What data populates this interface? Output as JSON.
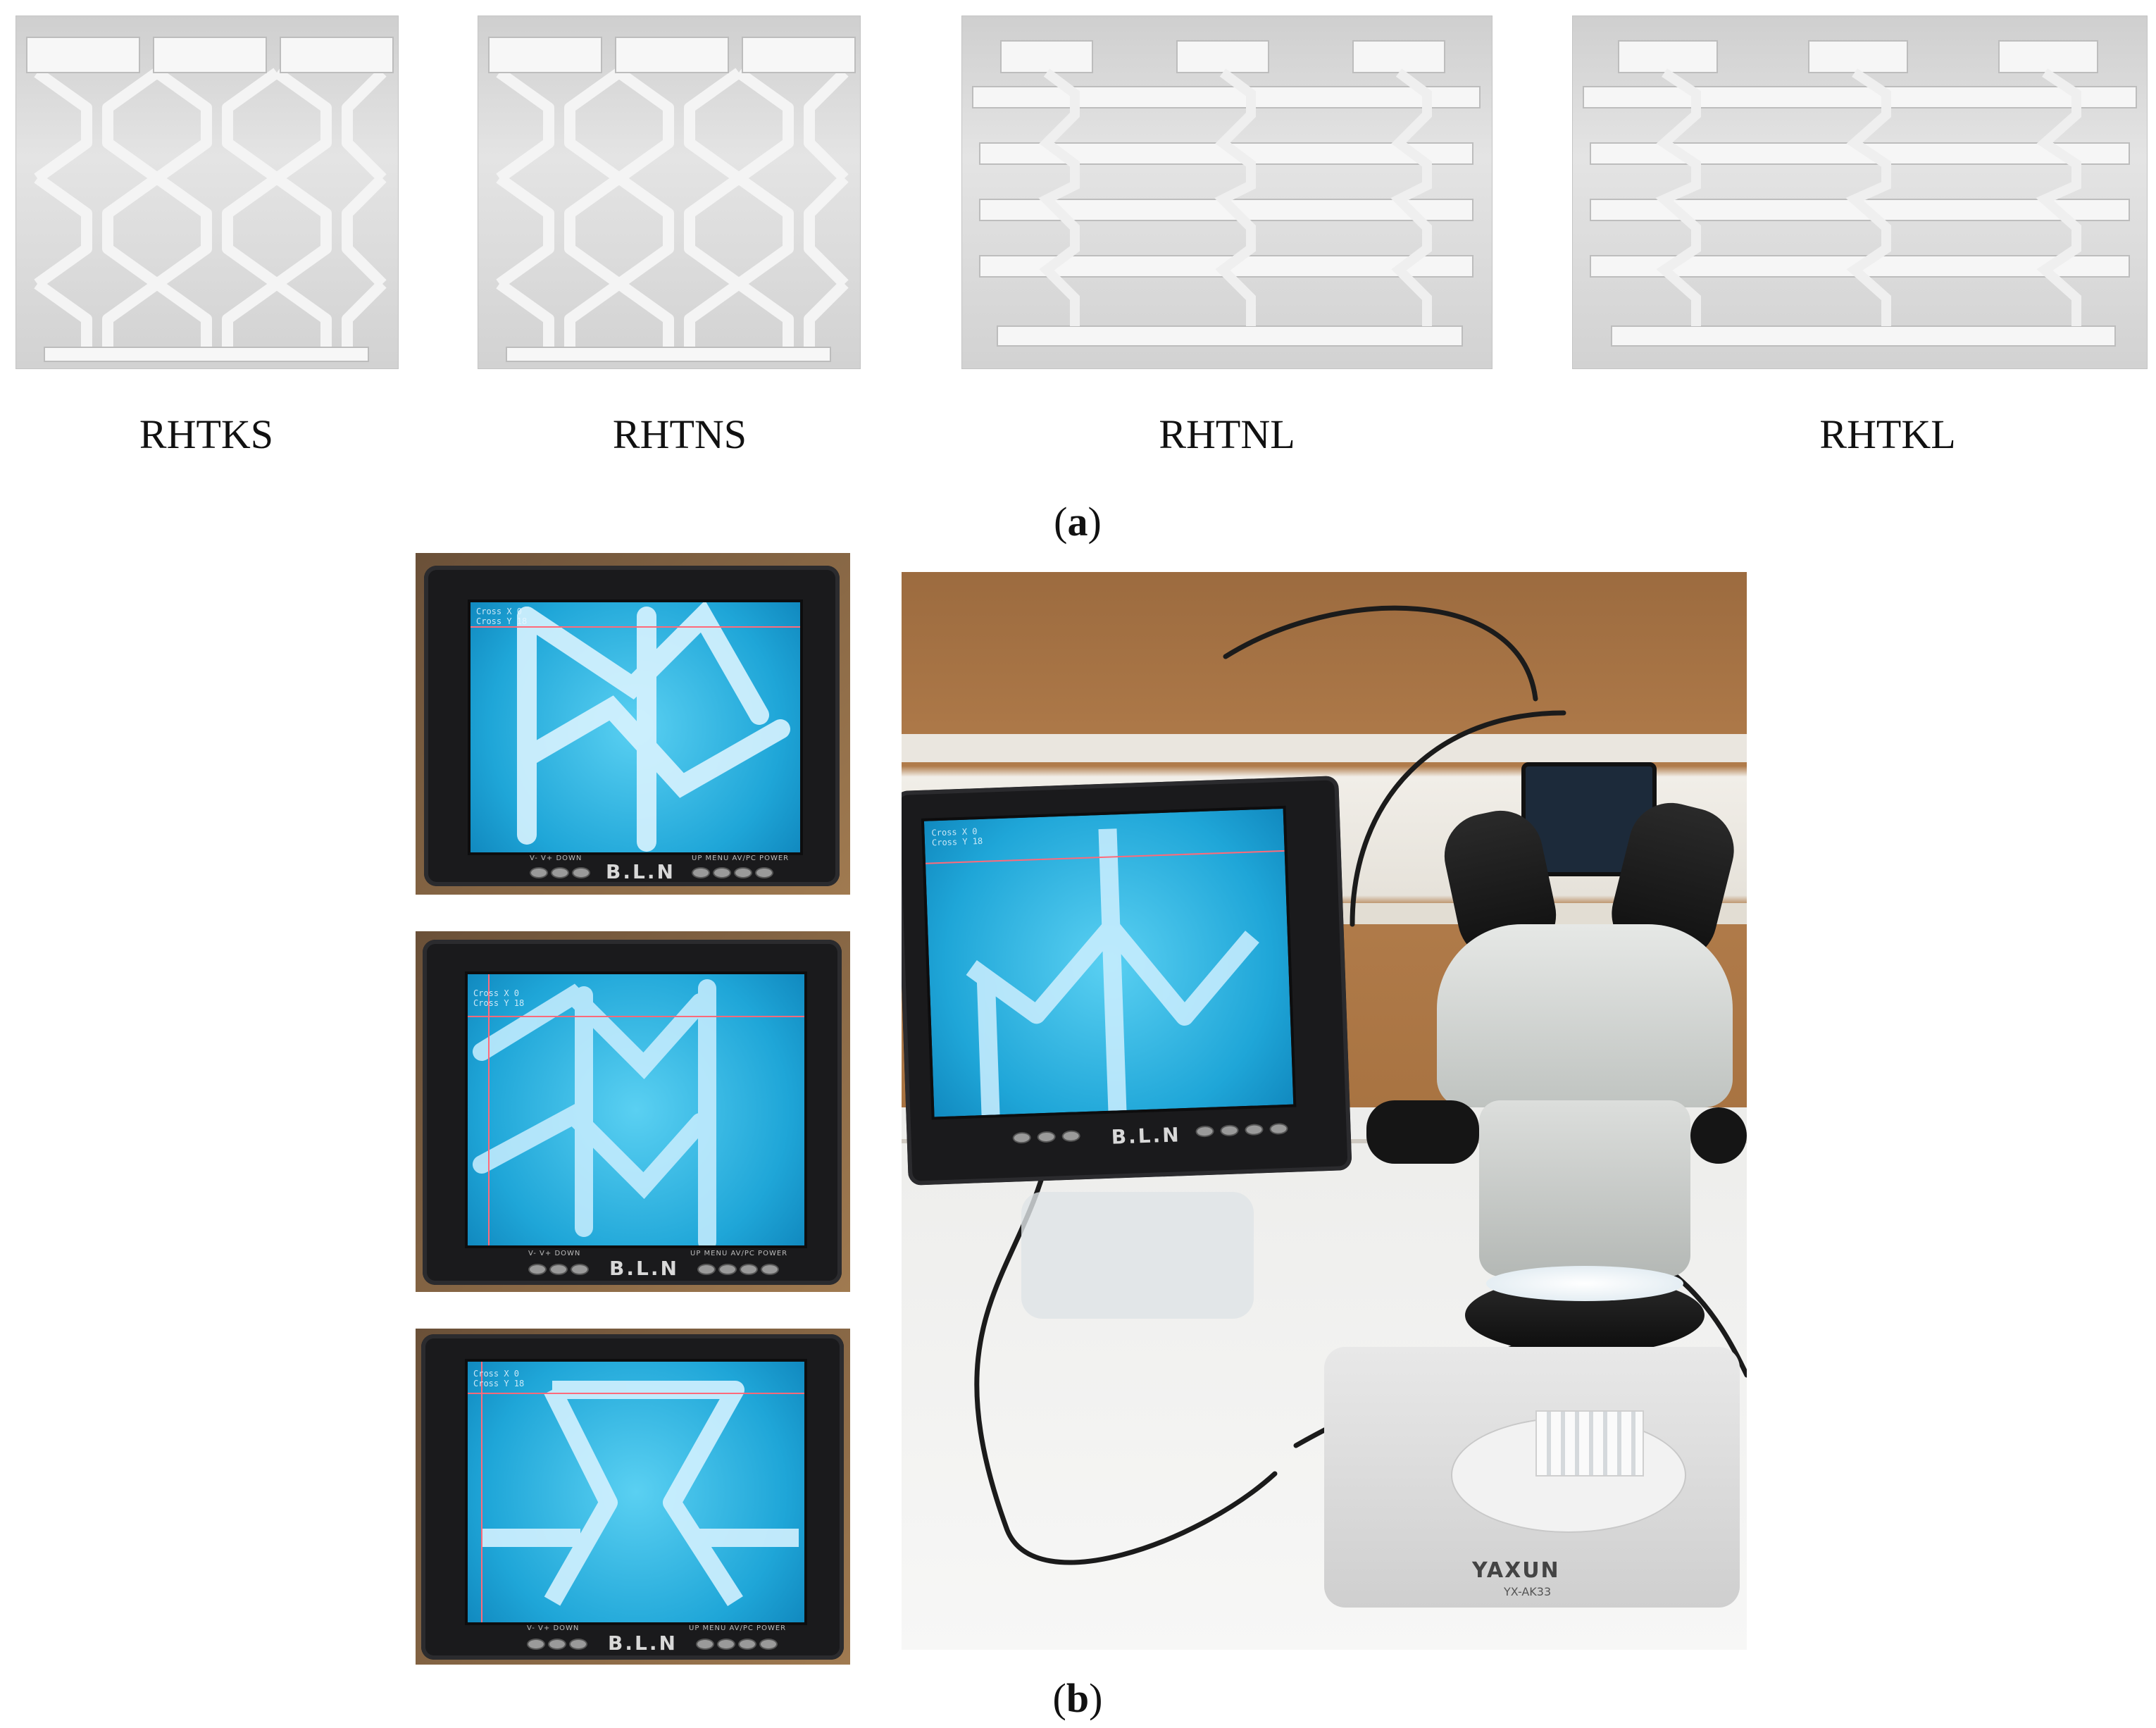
{
  "panel_a": {
    "samples": [
      {
        "label": "RHTKS"
      },
      {
        "label": "RHTNS"
      },
      {
        "label": "RHTNL"
      },
      {
        "label": "RHTKL"
      }
    ],
    "caption_open": "(",
    "caption_letter": "a",
    "caption_close": ")"
  },
  "panel_b": {
    "caption_open": "(",
    "caption_letter": "b",
    "caption_close": ")",
    "monitor_brand": "B.L.N",
    "monitor_controls_left": "V-    V+   DOWN",
    "monitor_controls_right": "UP   MENU  AV/PC  POWER",
    "screen_readout_1": "Cross X   0",
    "screen_readout_2": "Cross Y   18",
    "microscope_brand": "YAXUN",
    "microscope_model": "YX-AK33"
  },
  "colors": {
    "screen_blue": "#2bb6e4",
    "monitor_frame": "#1a1a1c",
    "sample_grey": "#d9d9d9"
  }
}
